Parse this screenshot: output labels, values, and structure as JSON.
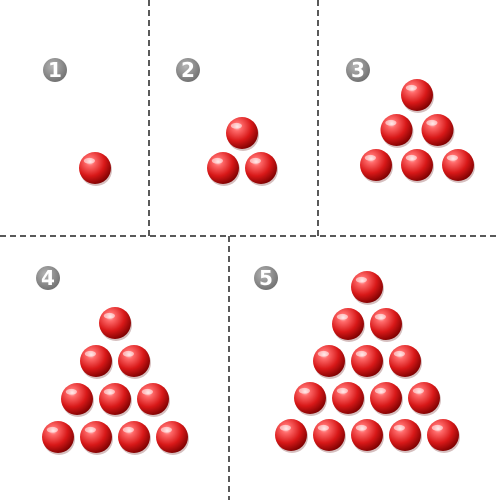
{
  "colors": {
    "background": "#ffffff",
    "divider": "#222222",
    "badge_fill": "#8a8a8a",
    "badge_text": "#ffffff",
    "ball_base": "#d81818",
    "ball_highlight": "#ff9a9a",
    "ball_shadow": "#7a0000"
  },
  "panels": [
    {
      "number": "1",
      "rows": 1
    },
    {
      "number": "2",
      "rows": 2
    },
    {
      "number": "3",
      "rows": 3
    },
    {
      "number": "4",
      "rows": 4
    },
    {
      "number": "5",
      "rows": 5
    }
  ]
}
